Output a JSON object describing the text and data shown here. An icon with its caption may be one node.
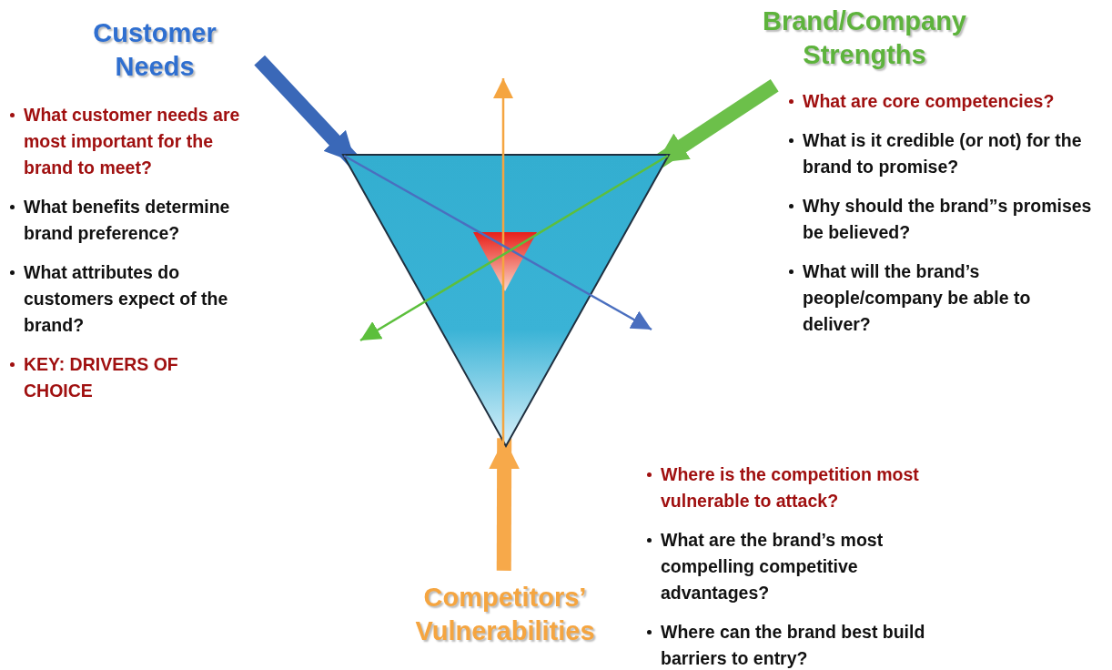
{
  "diagram": {
    "nodes": [
      {
        "text": [
          "Customer Needs"
        ],
        "beside": [
          "What customer needs are most important for the brand to meet?",
          "What benefits determine brand preference?",
          "What attributes do customers expect of the brand?",
          "KEY:  DRIVERS OF CHOICE"
        ]
      },
      {
        "text": [
          "Brand/Company Strengths"
        ],
        "beside": [
          "What are core competencies?",
          "What is it credible (or not) for the brand to promise?",
          "Why should the brand”s promises be believed?",
          "What will the brand’s people/company be able to deliver?"
        ]
      },
      {
        "text": [
          "Competitors’ Vulnerabilities"
        ],
        "beside": [
          "Where is the competition most vulnerable to attack?",
          "What are the brand’s most compelling competitive advantages?",
          "Where can the brand best build barriers to entry?"
        ]
      },
      {
        "text": [],
        "shape": "triangle"
      },
      {
        "text": [],
        "shape": "triangle",
        "in": 3
      }
    ],
    "edges": [
      {
        "from": 0,
        "to": 3,
        "arrow": "to",
        "color": "#3a68b8"
      },
      {
        "from": 1,
        "to": 3,
        "arrow": "to",
        "color": "#6cc04a"
      },
      {
        "from": 2,
        "to": 3,
        "arrow": "to",
        "color": "#f7a94a"
      }
    ]
  }
}
